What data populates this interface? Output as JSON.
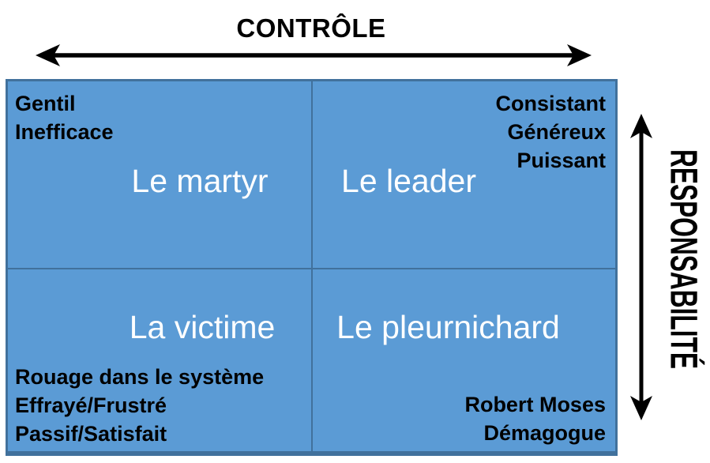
{
  "axes": {
    "horizontal": {
      "label": "CONTRÔLE"
    },
    "vertical": {
      "label": "RESPONSABILITÉ"
    }
  },
  "quadrants": {
    "top_left": {
      "title": "Le martyr",
      "traits": "Gentil\nInefficace"
    },
    "top_right": {
      "title": "Le leader",
      "traits": "Consistant\nGénéreux\nPuissant"
    },
    "bottom_left": {
      "title": "La victime",
      "traits": "Rouage dans le système\nEffrayé/Frustré\nPassif/Satisfait"
    },
    "bottom_right": {
      "title": "Le pleurnichard",
      "traits": "Robert Moses\nDémagogue"
    }
  },
  "colors": {
    "quadrant_fill": "#5B9BD5",
    "grid_line": "#41719C",
    "axis_color": "#000000",
    "quadrant_title_color": "#FFFFFF",
    "trait_text_color": "#000000"
  }
}
